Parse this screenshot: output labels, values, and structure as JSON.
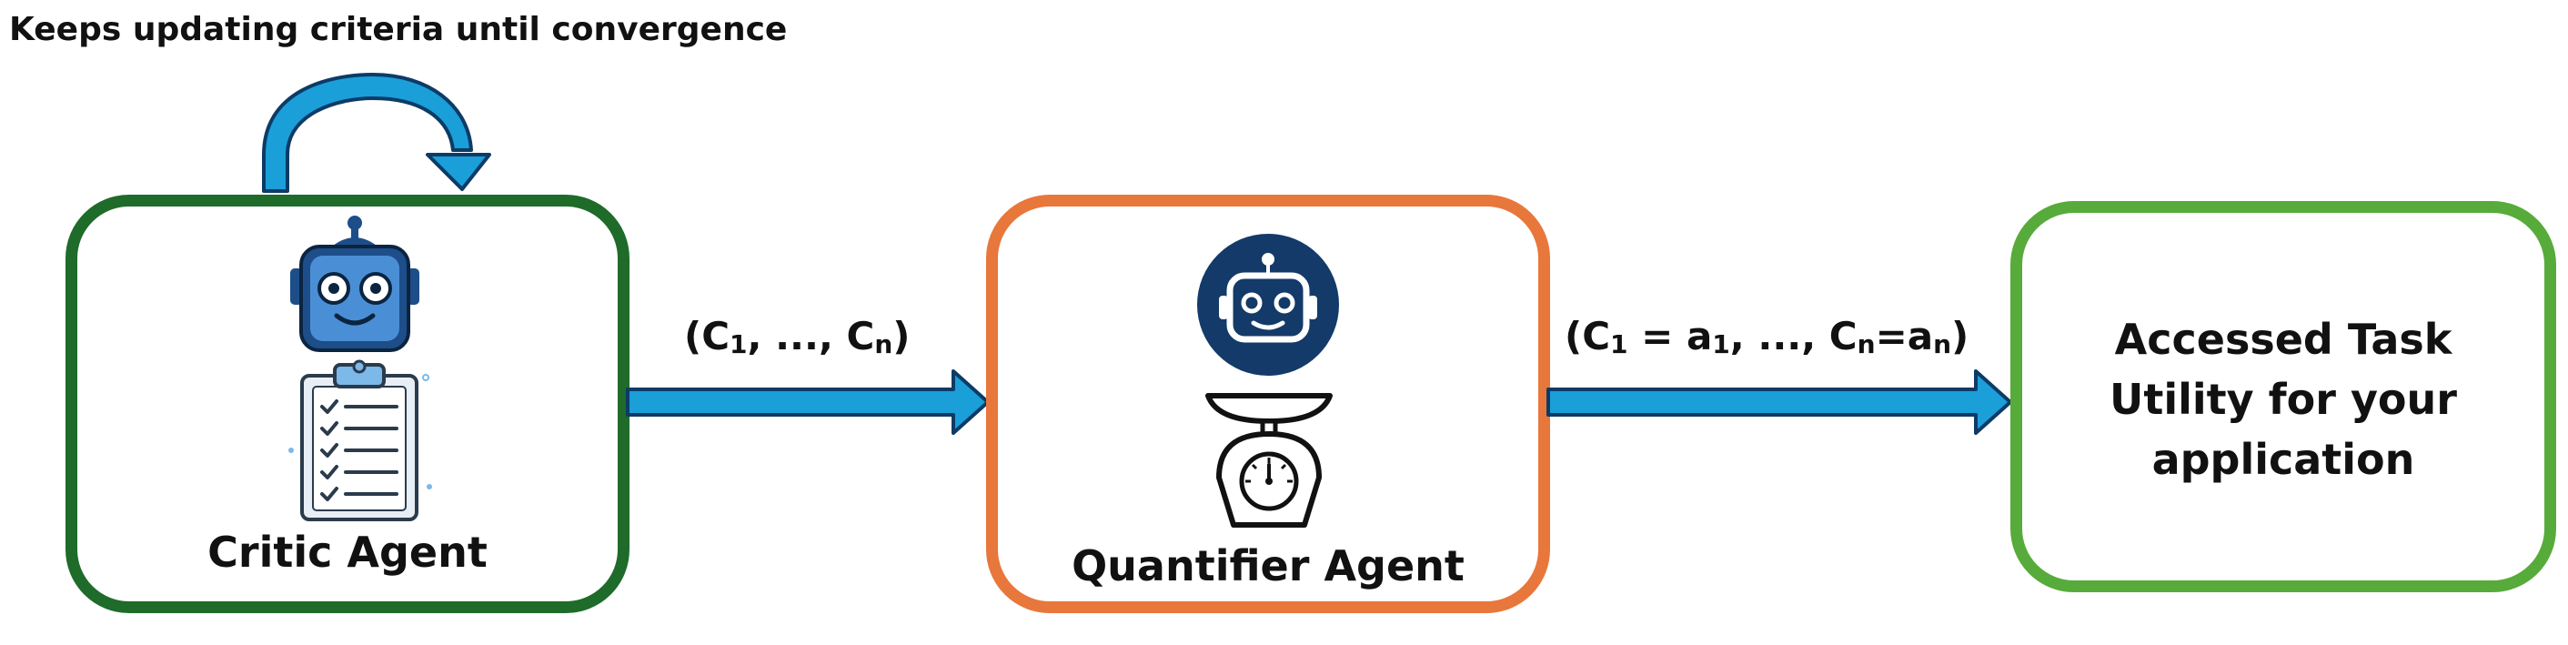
{
  "caption": "Keeps updating criteria until convergence",
  "critic": {
    "label": "Critic Agent"
  },
  "quantifier": {
    "label": "Quantifier Agent"
  },
  "result": {
    "line1": "Accessed Task",
    "line2": "Utility for your",
    "line3": "application"
  },
  "flow1": {
    "open": "(C",
    "sub1": "1",
    "mid": ", ..., C",
    "subn": "n",
    "close": ")"
  },
  "flow2": {
    "open": "(C",
    "sub1": "1",
    "eq1": " = a",
    "suba1": "1",
    "mid": ", ..., C",
    "subn": "n",
    "eqn": "=a",
    "suban": "n",
    "close": ")"
  },
  "colors": {
    "critic_border": "#1e6b2a",
    "quantifier_border": "#e8773b",
    "result_border": "#57ab3a",
    "arrow_fill": "#1a9fd9",
    "robot_blue": "#1d4e89",
    "badge_navy": "#133a68"
  }
}
